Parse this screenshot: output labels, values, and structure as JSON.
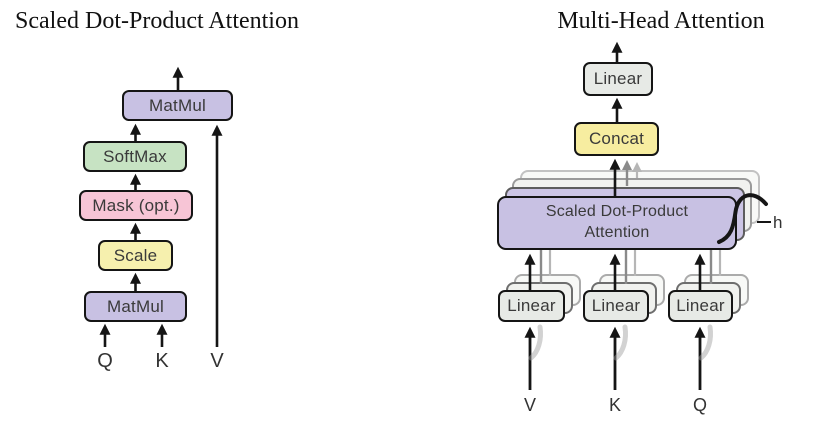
{
  "figure": {
    "left": {
      "title": "Scaled Dot-Product Attention",
      "nodes": {
        "matmul_top": "MatMul",
        "softmax": "SoftMax",
        "mask": "Mask (opt.)",
        "scale": "Scale",
        "matmul_bottom": "MatMul"
      },
      "inputs": {
        "q": "Q",
        "k": "K",
        "v": "V"
      }
    },
    "right": {
      "title": "Multi-Head Attention",
      "nodes": {
        "linear_out": "Linear",
        "concat": "Concat",
        "sdpa": "Scaled Dot-Product Attention",
        "linear_v": "Linear",
        "linear_k": "Linear",
        "linear_q": "Linear"
      },
      "inputs": {
        "v": "V",
        "k": "K",
        "q": "Q"
      },
      "heads_label": "h"
    }
  },
  "colors": {
    "purple": "#c8c1e3",
    "green": "#c7e3c3",
    "pink": "#f7c5d6",
    "yellow": "#f6f0ae",
    "concat_yellow": "#f7eda0",
    "linear_gray": "#e7eae6",
    "ghost_purple": "#ccc5e5",
    "ghost_light": "#f1f2ef",
    "ghost_lighter": "#f8f9f7"
  }
}
